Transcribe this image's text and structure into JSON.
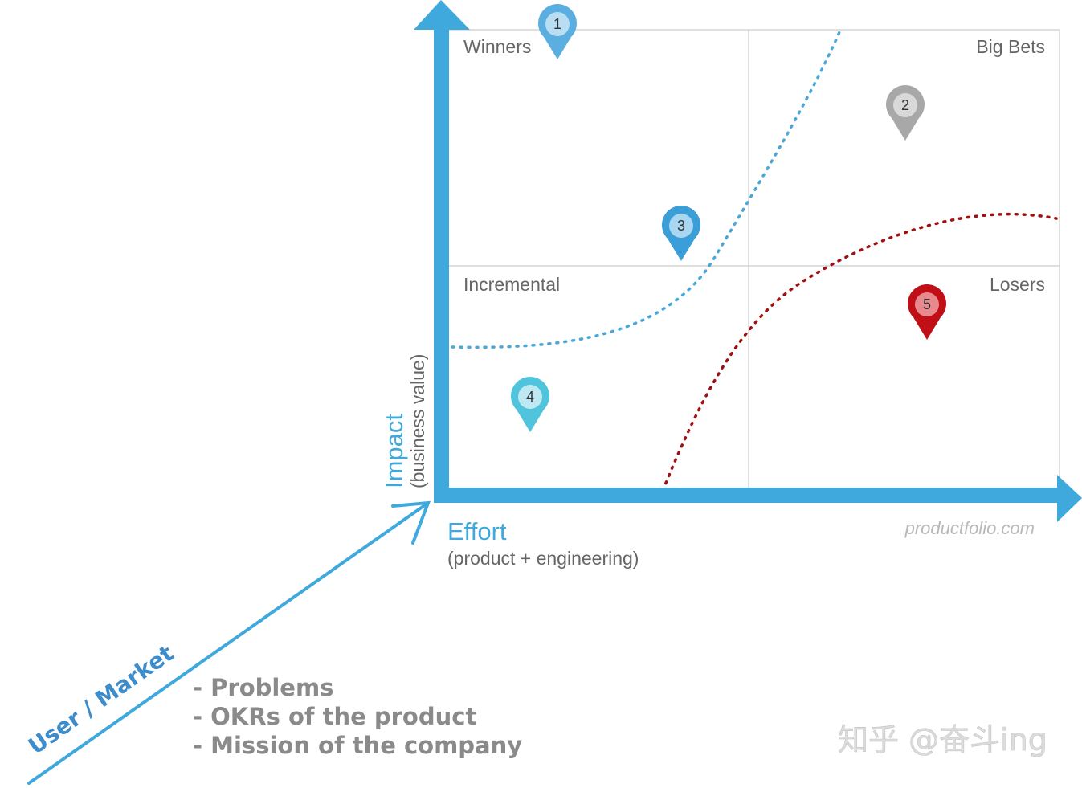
{
  "quadrants": {
    "top_left": "Winners",
    "top_right": "Big Bets",
    "bottom_left": "Incremental",
    "bottom_right": "Losers"
  },
  "axes": {
    "y_title": "Impact",
    "y_subtitle": "(business value)",
    "x_title": "Effort",
    "x_subtitle": "(product + engineering)"
  },
  "credit": "productfolio.com",
  "user_axis": {
    "label": "User / Market",
    "inputs": [
      "- Problems",
      "- OKRs of the product",
      "- Mission of the company"
    ]
  },
  "markers": [
    {
      "label": "1",
      "color": "#5aaee0",
      "inner": "#b9ddf3"
    },
    {
      "label": "2",
      "color": "#a8a8a8",
      "inner": "#d9d9d9"
    },
    {
      "label": "3",
      "color": "#3a9fd8",
      "inner": "#a9d6f0"
    },
    {
      "label": "4",
      "color": "#4fc4dc",
      "inner": "#bfe9f2"
    },
    {
      "label": "5",
      "color": "#c00f17",
      "inner": "#e88a8d"
    }
  ],
  "colors": {
    "axis": "#3fa9dd",
    "grid": "#cccccc",
    "blue_curve": "#4aa8d8",
    "red_curve": "#a01010"
  },
  "watermark": "知乎 @奋斗ing"
}
